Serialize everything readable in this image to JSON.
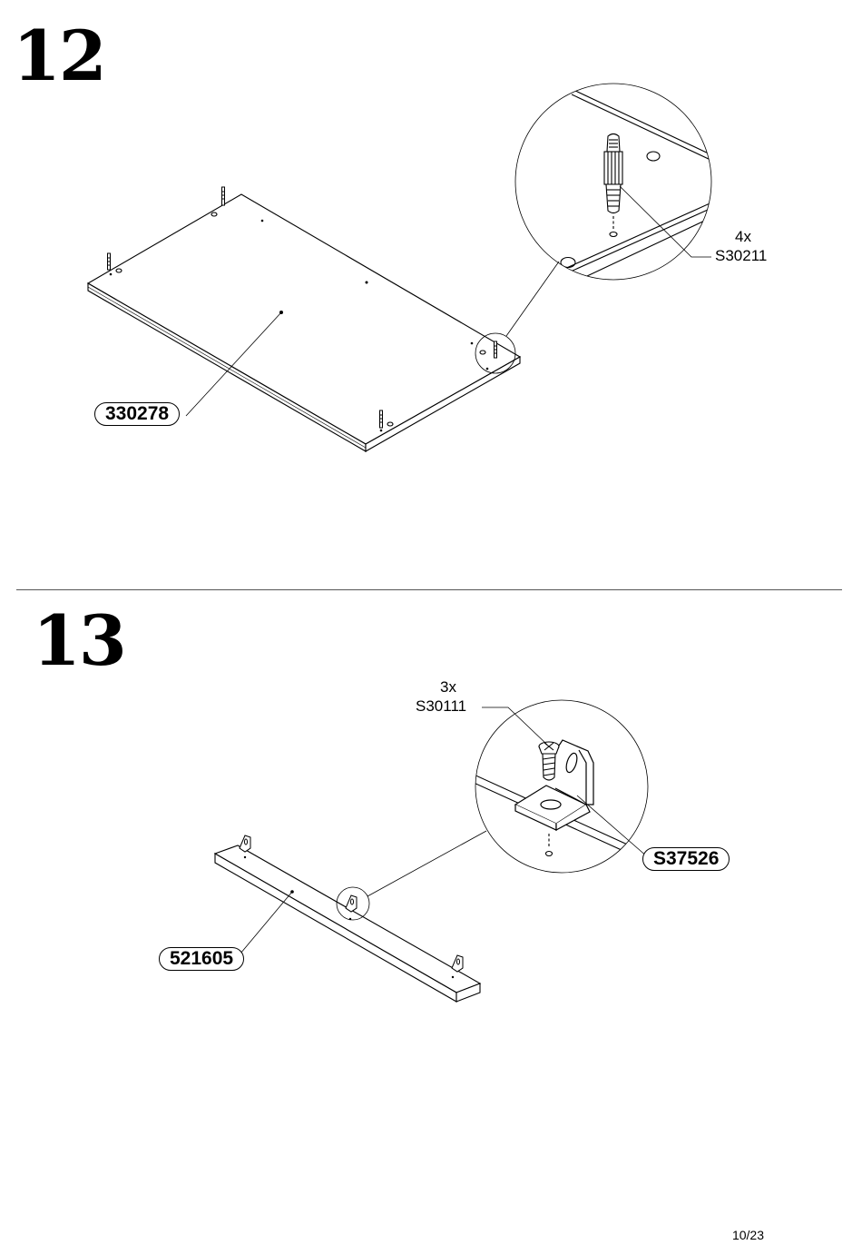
{
  "step12": {
    "number": "12",
    "panel_part": "330278",
    "dowel": {
      "qty": "4x",
      "code": "S30211"
    }
  },
  "step13": {
    "number": "13",
    "rail_part": "521605",
    "bracket_part": "S37526",
    "screw": {
      "qty": "3x",
      "code": "S30111"
    }
  },
  "page": {
    "number": "10/23"
  }
}
